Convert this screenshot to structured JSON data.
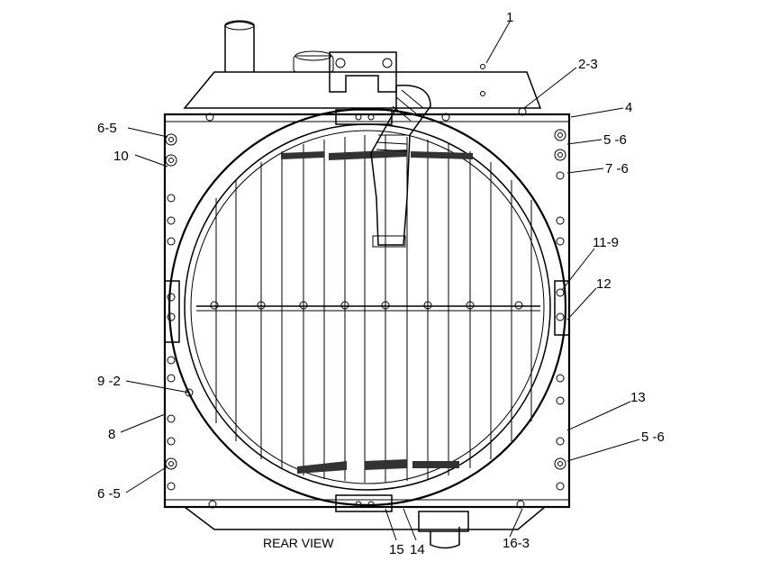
{
  "caption": "REAR VIEW",
  "callouts": {
    "c1": "1",
    "c2_3": "2-3",
    "c4": "4",
    "c6_5_top": "6-5",
    "c5_6_top": "5 -6",
    "c10": "10",
    "c7_6": "7 -6",
    "c11_9": "11-9",
    "c12": "12",
    "c9_2": "9 -2",
    "c13": "13",
    "c8": "8",
    "c5_6_bottom": "5 -6",
    "c6_5_bottom": "6 -5",
    "c15": "15",
    "c14": "14",
    "c16_3": "16-3"
  }
}
